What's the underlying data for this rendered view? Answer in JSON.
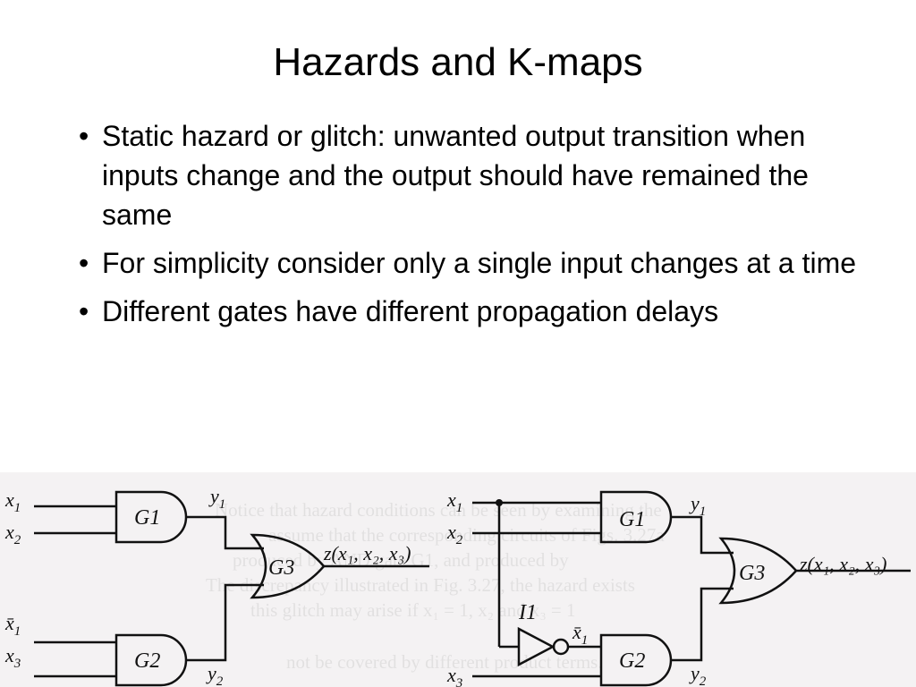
{
  "title": "Hazards and K-maps",
  "bullets": [
    "Static hazard or glitch: unwanted output transition when inputs change and the output should have remained the same",
    "For simplicity consider only a single input changes at a time",
    "Different gates have different propagation delays"
  ],
  "figure": {
    "left_circuit": {
      "inputs": [
        "x",
        "x",
        "x̄",
        "x"
      ],
      "input_subscripts": [
        "1",
        "2",
        "1",
        "3"
      ],
      "gates": [
        "G1",
        "G2",
        "G3"
      ],
      "gate_outputs": [
        "y",
        "y"
      ],
      "gate_output_subscripts": [
        "1",
        "2"
      ],
      "output": "z(x₁, x₂, x₃)"
    },
    "right_circuit": {
      "inputs": [
        "x",
        "x",
        "x"
      ],
      "input_subscripts": [
        "1",
        "2",
        "3"
      ],
      "inverter": "I1",
      "inverter_output": "x̄",
      "inverter_output_subscript": "1",
      "gates": [
        "G1",
        "G2",
        "G3"
      ],
      "gate_outputs": [
        "y",
        "y"
      ],
      "gate_output_subscripts": [
        "1",
        "2"
      ],
      "output": "z(x₁, x₂, x₃)"
    },
    "bleed_text": [
      "Notice that hazard conditions can be seen by examining the",
      "assume that the corresponding circuits of Figs. 3.27a",
      "produced by AND gate G1, and produced by",
      "The discrepancy illustrated in Fig. 3.27, the hazard exists",
      "this glitch may arise if x₁ = 1, x₂ and x₃ = 1",
      "not be covered by different product terms."
    ]
  }
}
